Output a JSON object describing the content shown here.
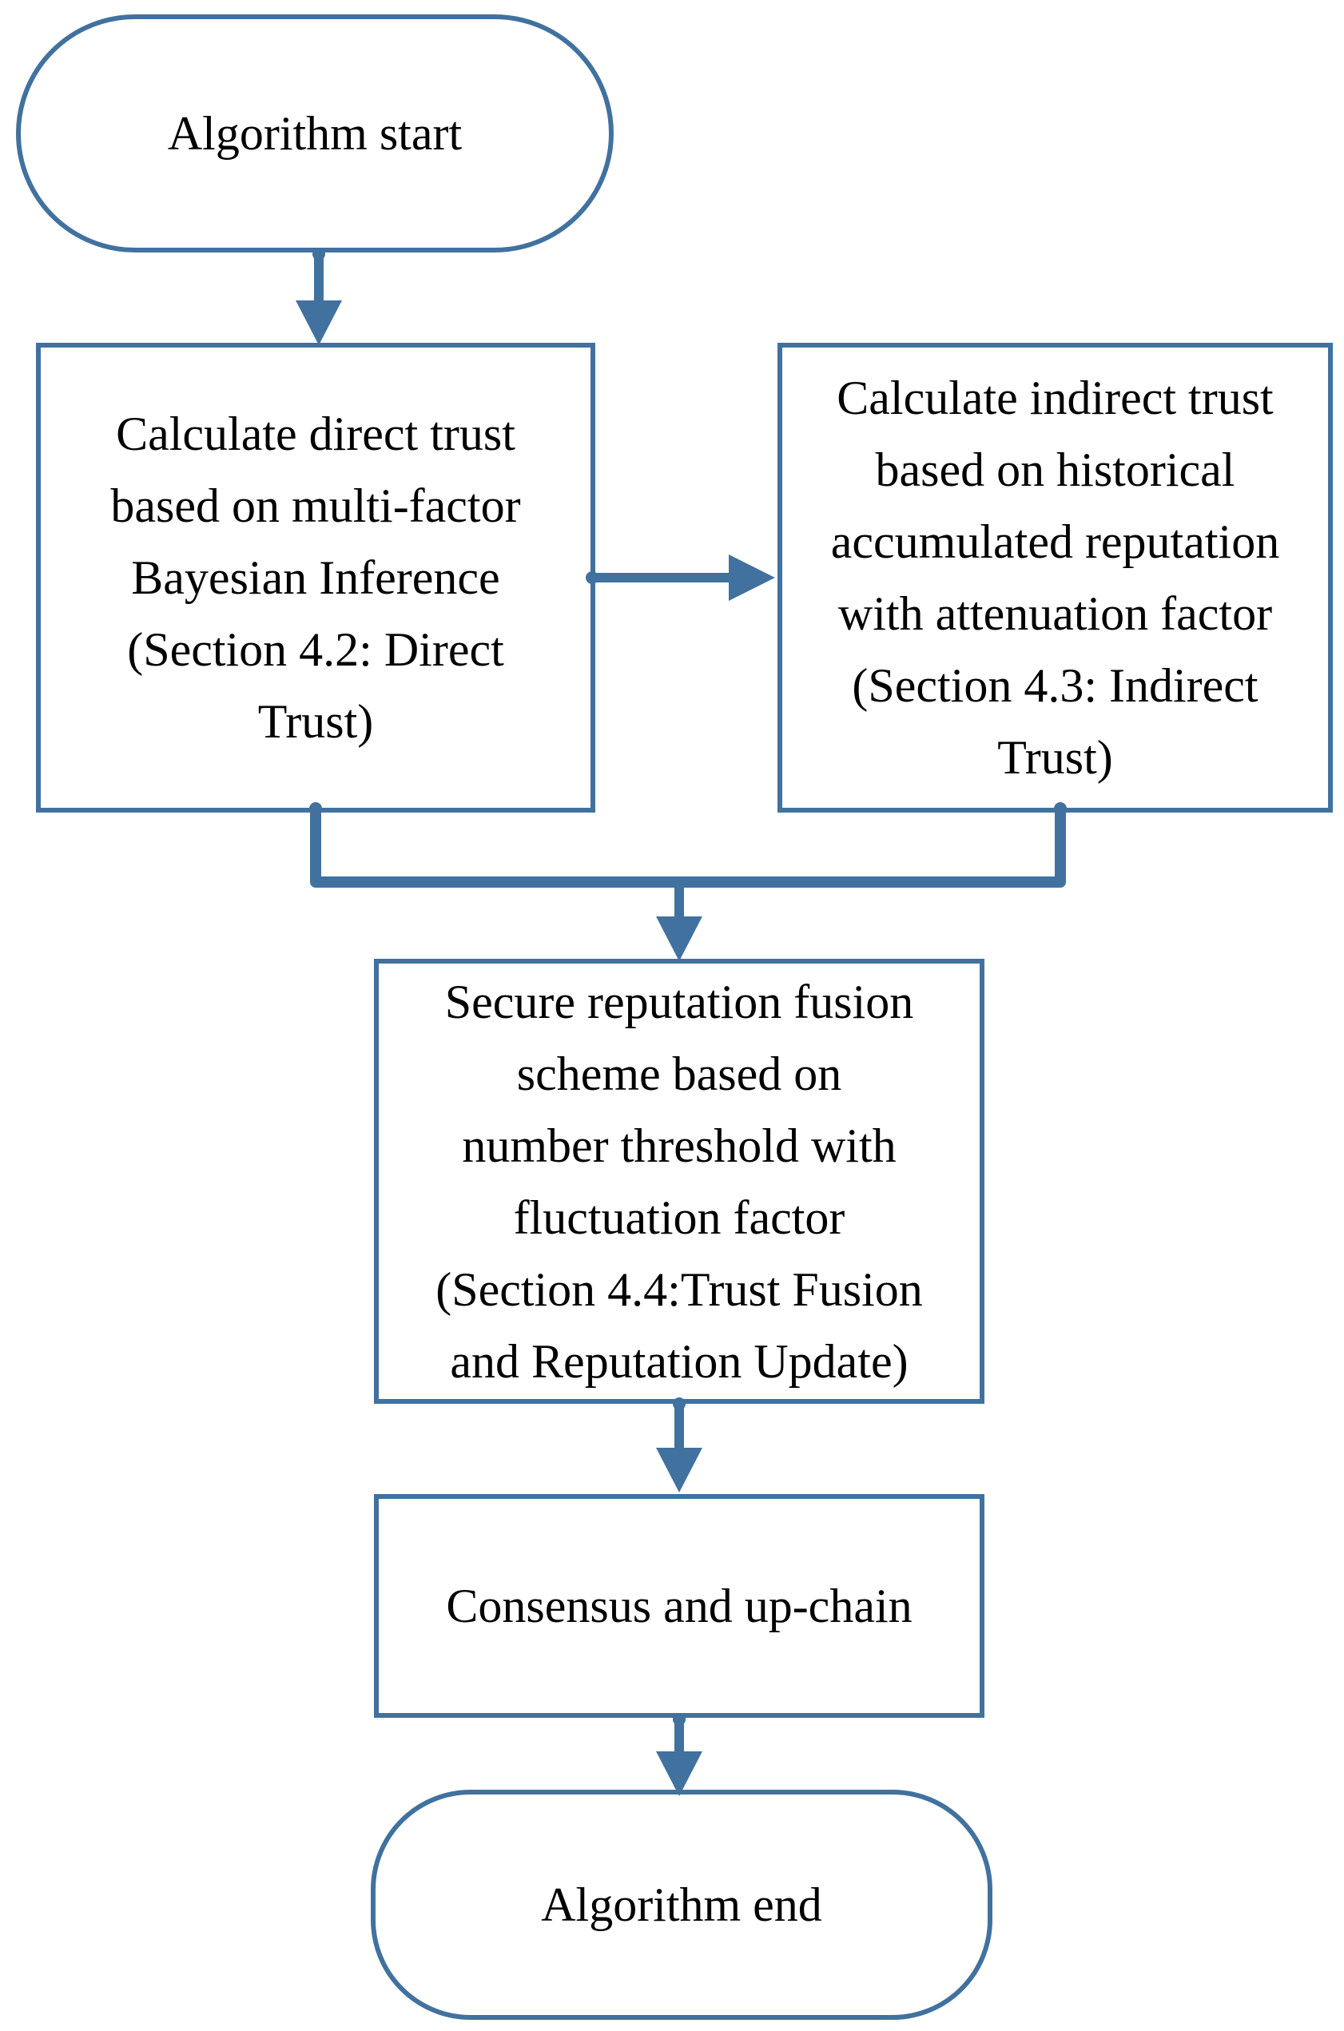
{
  "colors": {
    "line": "#41719F",
    "text": "#000000",
    "background": "#FFFFFF"
  },
  "flowchart": {
    "nodes": [
      {
        "id": "start",
        "type": "terminator",
        "label": "Algorithm start"
      },
      {
        "id": "direct-trust",
        "type": "process",
        "label": "Calculate direct trust\nbased on multi-factor\nBayesian Inference\n(Section 4.2: Direct\nTrust)"
      },
      {
        "id": "indirect-trust",
        "type": "process",
        "label": "Calculate indirect trust\nbased on historical\naccumulated  reputation\nwith attenuation factor\n(Section 4.3: Indirect\nTrust)"
      },
      {
        "id": "fusion",
        "type": "process",
        "label": "Secure reputation fusion\nscheme based on\nnumber threshold with\nfluctuation factor\n(Section 4.4:Trust Fusion\nand Reputation Update)"
      },
      {
        "id": "consensus",
        "type": "process",
        "label": "Consensus and up-chain"
      },
      {
        "id": "end",
        "type": "terminator",
        "label": "Algorithm end"
      }
    ],
    "edges": [
      {
        "from": "start",
        "to": "direct-trust"
      },
      {
        "from": "direct-trust",
        "to": "indirect-trust"
      },
      {
        "from": "direct-trust",
        "to": "fusion"
      },
      {
        "from": "indirect-trust",
        "to": "fusion"
      },
      {
        "from": "fusion",
        "to": "consensus"
      },
      {
        "from": "consensus",
        "to": "end"
      }
    ]
  }
}
